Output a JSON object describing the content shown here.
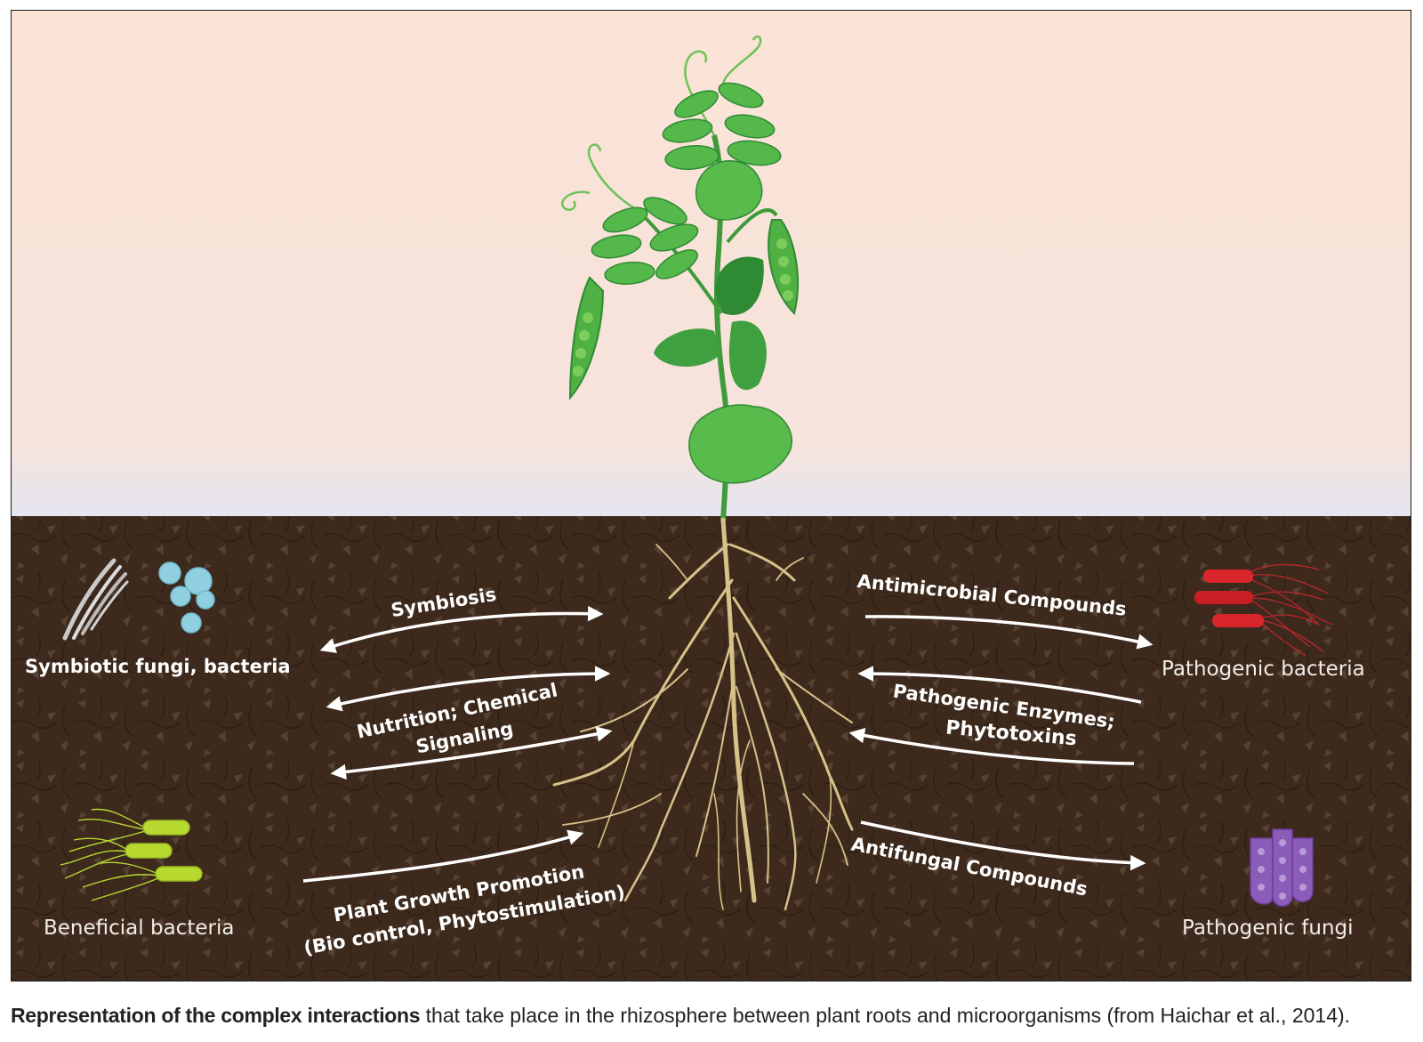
{
  "colors": {
    "sky_top": "#fbe3d6",
    "sky_bottom": "#e6e7f1",
    "soil": "#3d2a1d",
    "soil_pattern": "#5a4535",
    "leaf": "#55b84a",
    "leaf_dark": "#2f8a34",
    "root": "#d6c289",
    "arrow": "#ffffff",
    "pathogenic_bacteria": "#d8262c",
    "pathogenic_fungi": "#8b5cb8",
    "beneficial_bacteria": "#b8d930",
    "symbiotic_fungi": "#c9c9c9",
    "symbiotic_bacteria": "#8fcfe0"
  },
  "left_labels": {
    "symbiotic": "Symbiotic fungi, bacteria",
    "beneficial": "Beneficial bacteria"
  },
  "right_labels": {
    "pathogenic_bacteria": "Pathogenic bacteria",
    "pathogenic_fungi": "Pathogenic fungi"
  },
  "arrow_labels": {
    "symbiosis": "Symbiosis",
    "nutrition_line1": "Nutrition; Chemical",
    "nutrition_line2": "Signaling",
    "growth_line1": "Plant Growth Promotion",
    "growth_line2": "(Bio control, Phytostimulation)",
    "antimicrobial": "Antimicrobial Compounds",
    "enzymes_line1": "Pathogenic Enzymes;",
    "enzymes_line2": "Phytotoxins",
    "antifungal": "Antifungal Compounds"
  },
  "caption": {
    "bold": "Representation of the complex interactions",
    "rest": " that take place in the rhizosphere between plant roots and microorganisms (from Haichar et al., 2014)."
  }
}
